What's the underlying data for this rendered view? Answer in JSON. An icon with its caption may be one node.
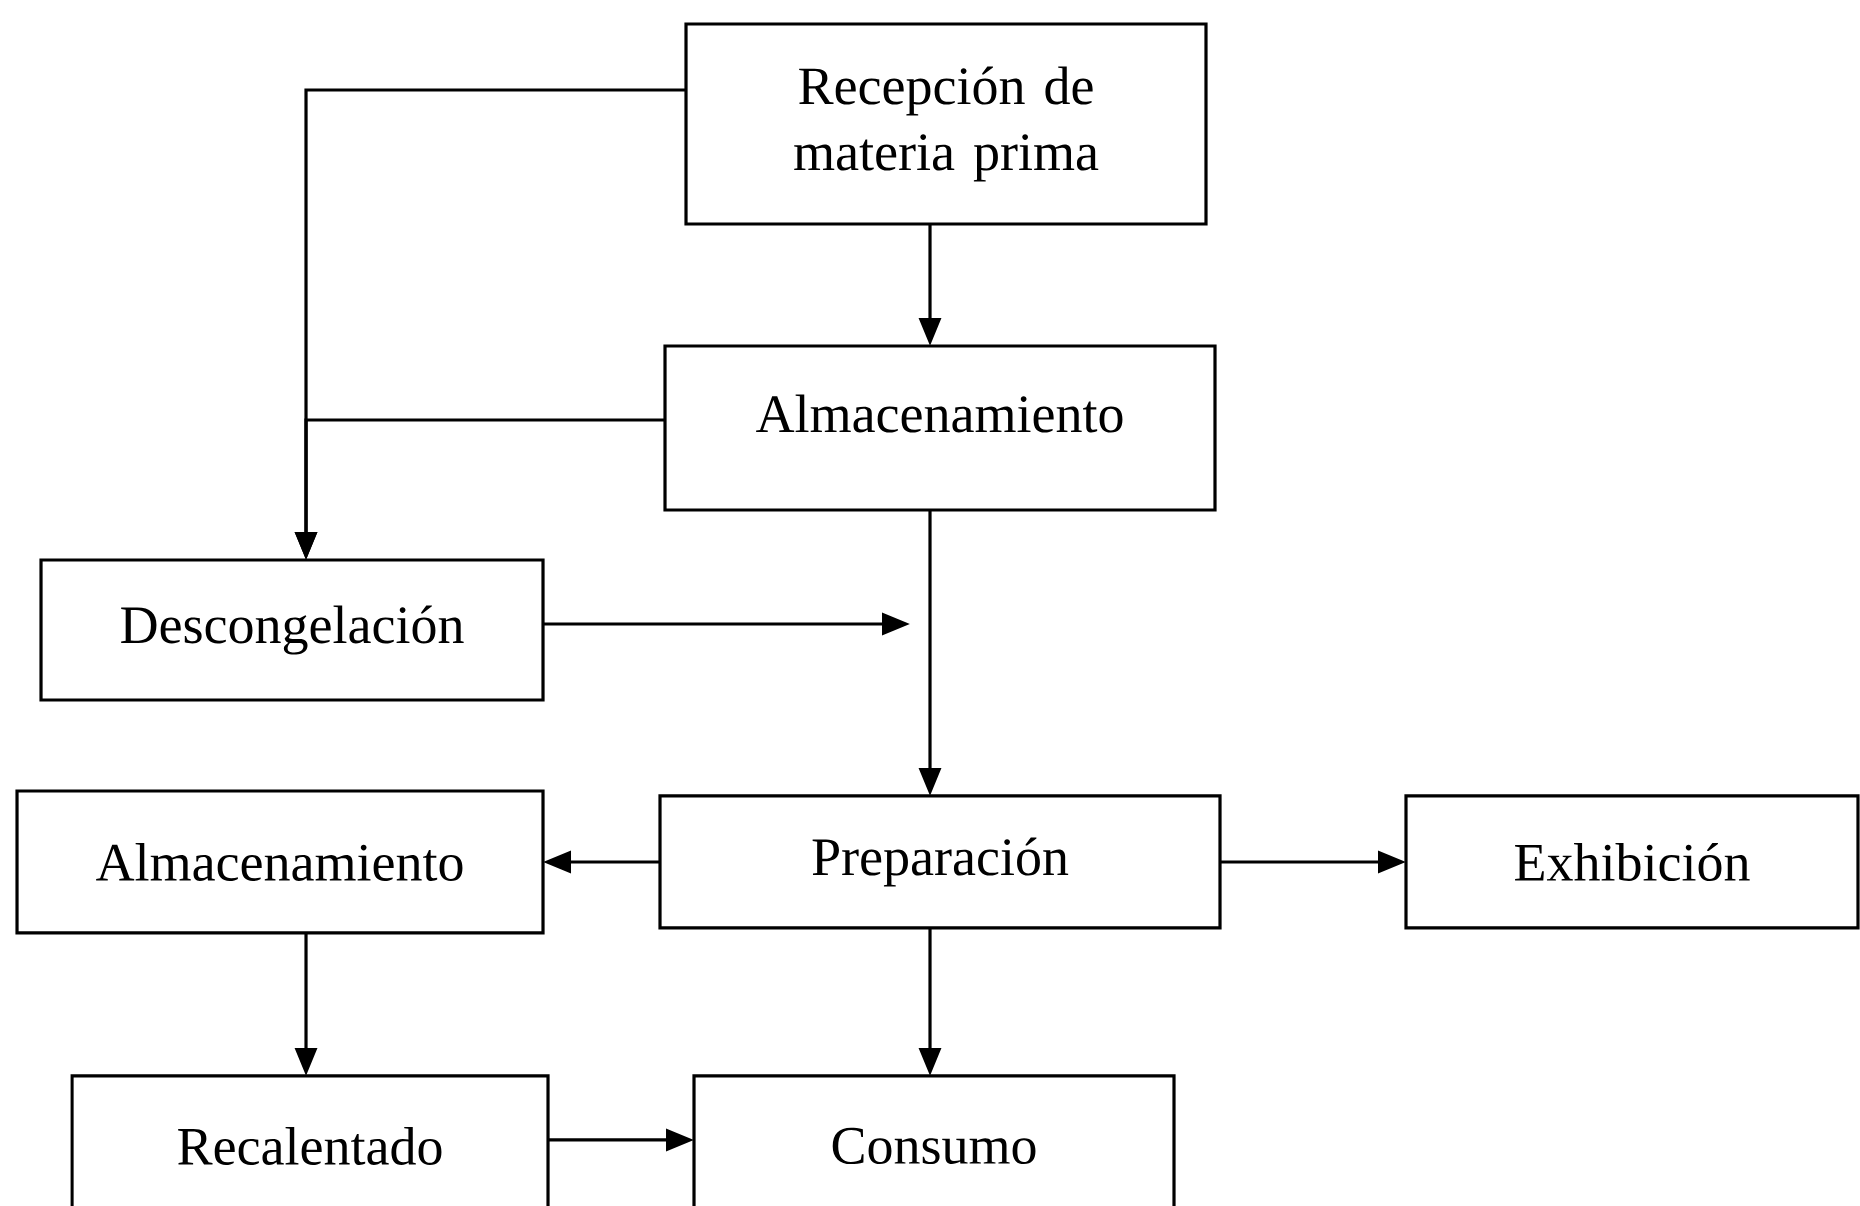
{
  "diagram": {
    "nodes": [
      {
        "text": [
          "Recepción de materia prima"
        ]
      },
      {
        "text": [
          "Almacenamiento"
        ]
      },
      {
        "text": [
          "Descongelación"
        ]
      },
      {
        "text": [
          "Almacenamiento"
        ]
      },
      {
        "text": [
          "Preparación"
        ]
      },
      {
        "text": [
          "Exhibición"
        ]
      },
      {
        "text": [
          "Recalentado"
        ]
      },
      {
        "text": [
          "Consumo"
        ]
      }
    ],
    "edges": [
      {
        "from": 0,
        "to": 1,
        "arrow": "to"
      },
      {
        "from": 0,
        "to": 2,
        "arrow": "to"
      },
      {
        "from": 1,
        "to": 2,
        "arrow": "to"
      },
      {
        "from": 1,
        "to": 4,
        "arrow": "to"
      },
      {
        "from": 2,
        "to": null,
        "arrow": "to"
      },
      {
        "from": 4,
        "to": 3,
        "arrow": "to"
      },
      {
        "from": 4,
        "to": 5,
        "arrow": "to"
      },
      {
        "from": 4,
        "to": 7,
        "arrow": "to"
      },
      {
        "from": 3,
        "to": 6,
        "arrow": "to"
      },
      {
        "from": 6,
        "to": 7,
        "arrow": "to"
      }
    ]
  }
}
